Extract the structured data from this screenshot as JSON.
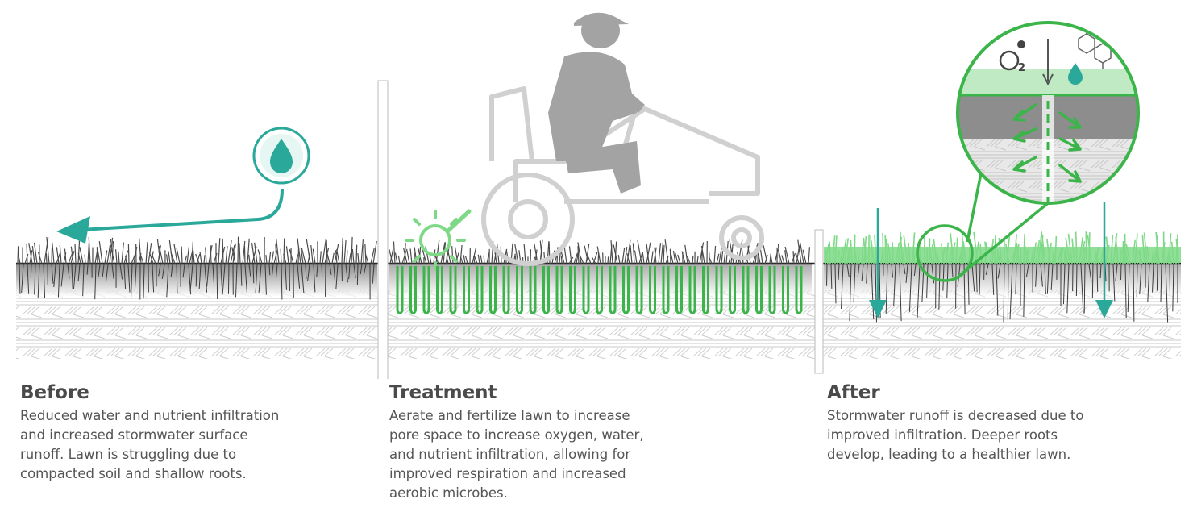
{
  "sections": {
    "before": {
      "title": "Before",
      "description": "Reduced water and nutrient infiltration and increased stormwater surface runoff. Lawn is struggling due to compacted soil and shallow roots."
    },
    "treatment": {
      "title": "Treatment",
      "description": "Aerate and fertilize lawn to increase pore space to increase oxygen, water, and nutrient infiltration, allowing for improved respiration and increased aerobic microbes."
    },
    "after": {
      "title": "After",
      "description": "Stormwater runoff is decreased due to improved infiltration. Deeper roots develop, leading to a healthier lawn."
    }
  },
  "zoom_labels": {
    "oxygen_symbol": "O",
    "oxygen_subscript": "2"
  },
  "colors": {
    "teal": "#2aa89a",
    "green": "#3bb54a",
    "light_green": "#7ed987",
    "grass_dark": "#4a4a4a",
    "tractor_gray": "#d0d0d0",
    "person_gray": "#9a9a9a",
    "text_dark": "#4a4a4a"
  },
  "icons": {
    "runoff_drop": "water-drop-icon",
    "aerator_wheel": "aerator-wheel-icon",
    "zoom_water": "water-drop-icon",
    "zoom_nutrient": "molecule-icon"
  }
}
